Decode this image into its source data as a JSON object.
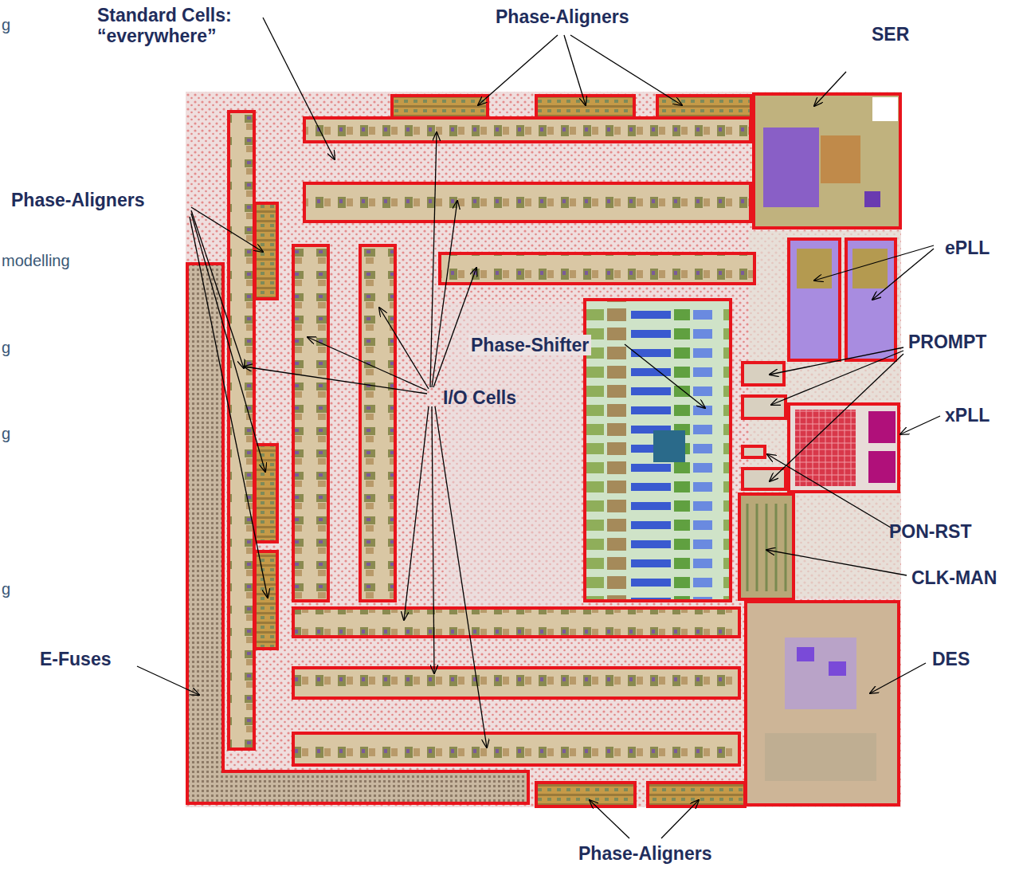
{
  "diagram": {
    "labels": [
      "Standard Cells: “everywhere”",
      "Phase-Aligners",
      "SER",
      "Phase-Aligners",
      "ePLL",
      "PROMPT",
      "Phase-Shifter",
      "I/O Cells",
      "xPLL",
      "PON-RST",
      "CLK-MAN",
      "E-Fuses",
      "DES",
      "Phase-Aligners",
      "g",
      "modelling",
      "g",
      "g",
      "g"
    ]
  }
}
